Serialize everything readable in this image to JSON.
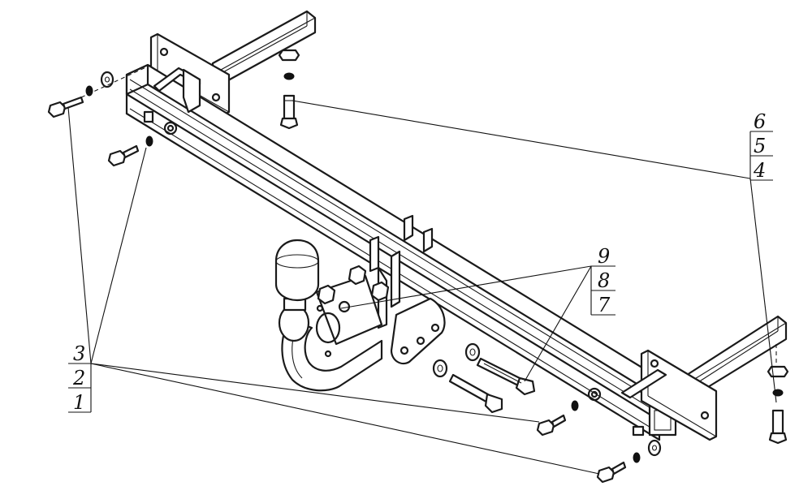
{
  "callouts": [
    {
      "id": "c1",
      "text": "1"
    },
    {
      "id": "c2",
      "text": "2"
    },
    {
      "id": "c3",
      "text": "3"
    },
    {
      "id": "c4",
      "text": "4"
    },
    {
      "id": "c5",
      "text": "5"
    },
    {
      "id": "c6",
      "text": "6"
    },
    {
      "id": "c7",
      "text": "7"
    },
    {
      "id": "c8",
      "text": "8"
    },
    {
      "id": "c9",
      "text": "9"
    }
  ],
  "icons": {
    "main_beam": "tow-bar-beam",
    "ball": "tow-ball",
    "bolt": "bolt-icon",
    "washer": "washer-icon",
    "nut": "nut-icon"
  }
}
